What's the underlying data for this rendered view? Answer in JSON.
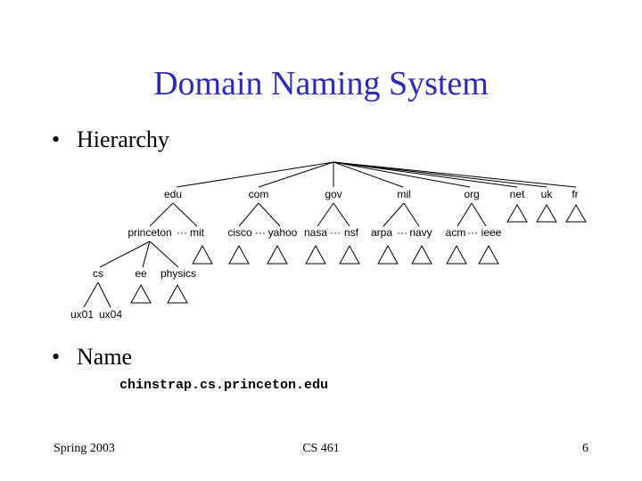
{
  "slide": {
    "title": "Domain Naming System",
    "bullets": [
      "Hierarchy",
      "Name"
    ],
    "bullet_symbol": "•",
    "example_name": "chinstrap.cs.princeton.edu"
  },
  "tree": {
    "top_level": [
      "edu",
      "com",
      "gov",
      "mil",
      "org",
      "net",
      "uk",
      "fr"
    ],
    "second_level": {
      "edu": [
        "princeton",
        "mit"
      ],
      "com": [
        "cisco",
        "yahoo"
      ],
      "gov": [
        "nasa",
        "nsf"
      ],
      "mil": [
        "arpa",
        "navy"
      ],
      "org": [
        "acm",
        "ieee"
      ]
    },
    "third_level": {
      "princeton": [
        "cs",
        "ee",
        "physics"
      ]
    },
    "fourth_level": {
      "cs": [
        "ux01",
        "ux04"
      ]
    },
    "ellipsis": "···"
  },
  "footer": {
    "left": "Spring 2003",
    "center": "CS 461",
    "right": "6"
  }
}
